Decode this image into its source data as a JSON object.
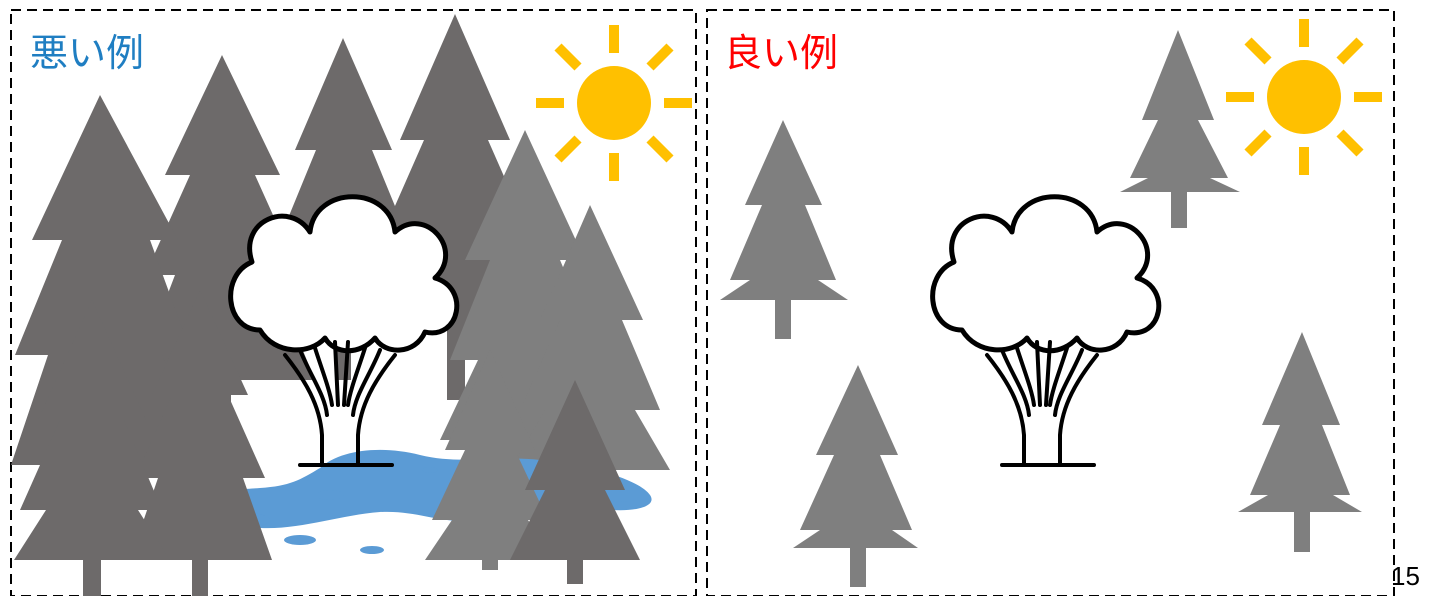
{
  "bad_example": {
    "label": "悪い例",
    "label_color": "#1f7ec2"
  },
  "good_example": {
    "label": "良い例",
    "label_color": "#ff0000"
  },
  "page_number": "15",
  "colors": {
    "conifer_dark": "#6d6a6a",
    "conifer_light": "#7f7f7f",
    "sun": "#ffc000",
    "water": "#5b9bd5",
    "border": "#000000"
  },
  "icons": [
    "sun-icon",
    "conifer-tree-icon",
    "broadleaf-tree-icon",
    "water-puddle-icon"
  ]
}
